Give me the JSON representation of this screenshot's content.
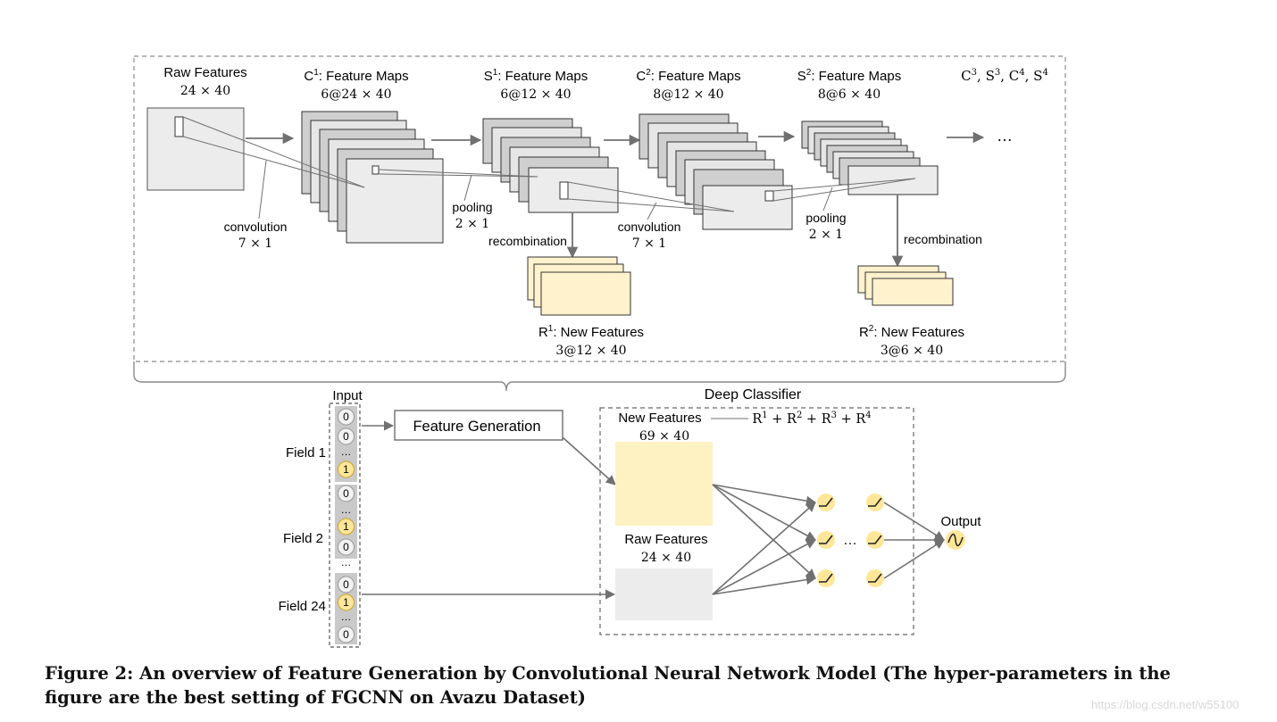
{
  "figure": {
    "raw_in": {
      "title": "Raw Features",
      "dims": "24 × 40"
    },
    "c1": {
      "pre": "C",
      "sup": "1",
      "post": ": Feature Maps",
      "dims": "6@24 × 40"
    },
    "s1": {
      "pre": "S",
      "sup": "1",
      "post": ": Feature Maps",
      "dims": "6@12 × 40"
    },
    "c2": {
      "pre": "C",
      "sup": "2",
      "post": ": Feature Maps",
      "dims": "8@12 × 40"
    },
    "s2": {
      "pre": "S",
      "sup": "2",
      "post": ": Feature Maps",
      "dims": "8@6 × 40"
    },
    "more_layers": {
      "c3": "C",
      "c3sup": "3",
      "s3": "S",
      "s3sup": "3",
      "c4": "C",
      "c4sup": "4",
      "s4": "S",
      "s4sup": "4",
      "sep": ", "
    },
    "ellipsis": "…",
    "conv1": {
      "label": "convolution",
      "size": "7 × 1"
    },
    "pool1": {
      "label": "pooling",
      "size": "2 × 1"
    },
    "recomb1": "recombination",
    "conv2": {
      "label": "convolution",
      "size": "7 × 1"
    },
    "pool2": {
      "label": "pooling",
      "size": "2 × 1"
    },
    "recomb2": "recombination",
    "r1": {
      "pre": "R",
      "sup": "1",
      "post": ": New Features",
      "dims": "3@12 × 40"
    },
    "r2": {
      "pre": "R",
      "sup": "2",
      "post": ": New Features",
      "dims": "3@6 × 40"
    }
  },
  "input": {
    "title": "Input",
    "field1": "Field 1",
    "field2": "Field 2",
    "field24": "Field 24",
    "zero": "0",
    "one": "1",
    "dots": "…"
  },
  "feature_generation": "Feature Generation",
  "classifier": {
    "title": "Deep Classifier",
    "new_features": "New Features",
    "new_dims": "69 × 40",
    "sum": {
      "r": "R",
      "s1": "1",
      "s2": "2",
      "s3": "3",
      "s4": "4",
      "plus": " + "
    },
    "raw_features": "Raw Features",
    "raw_dims": "24 × 40",
    "hidden_dots": "…",
    "output": "Output"
  },
  "caption": "Figure 2: An overview of Feature Generation by Convolutional Neural Network Model (The hyper-parameters in the figure are the best setting of FGCNN on Avazu Dataset)",
  "watermark": "https://blog.csdn.net/w55100",
  "colors": {
    "map_gray": "#d6d6d6",
    "map_light": "#ececec",
    "new_feat": "#fff2cc",
    "new_feat_big": "#fff2c2",
    "node": "#ffe699",
    "line": "#707070"
  }
}
